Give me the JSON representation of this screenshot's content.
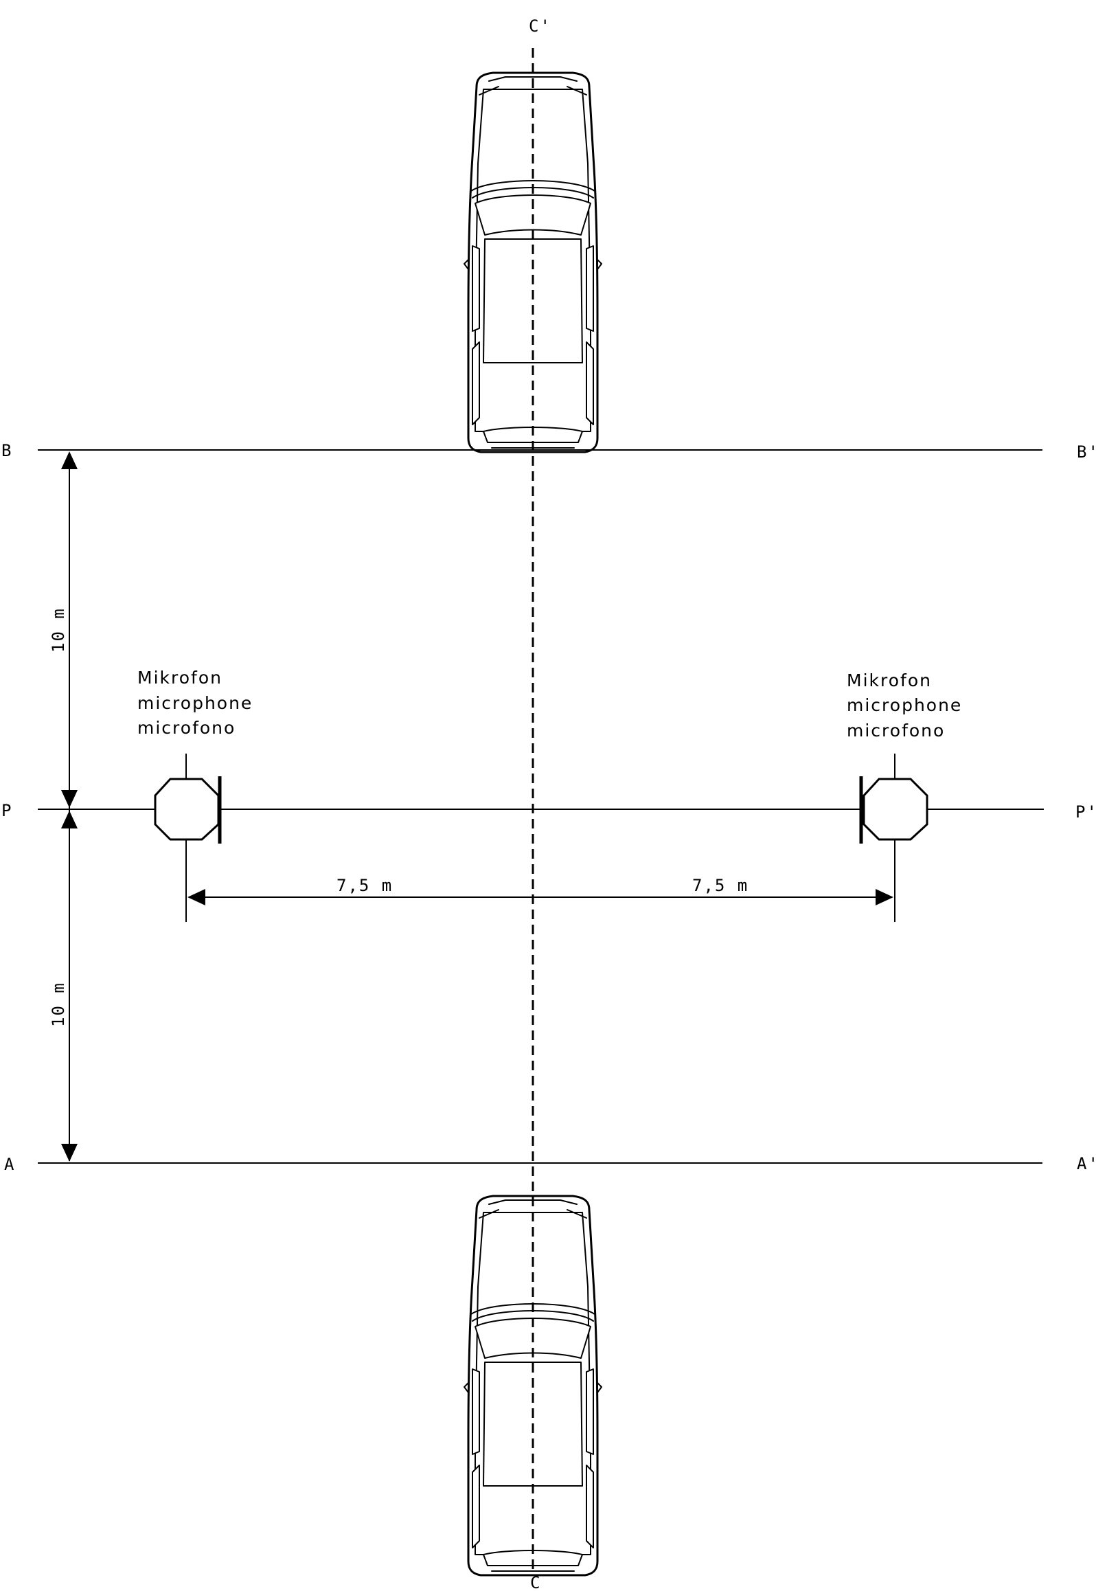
{
  "lines": {
    "c_top": "C'",
    "c_bottom": "C",
    "b_left": "B",
    "b_right": "B'",
    "p_left": "P",
    "p_right": "P'",
    "a_left": "A",
    "a_right": "A'"
  },
  "dimensions": {
    "upper_vertical": "10 m",
    "lower_vertical": "10 m",
    "left_horizontal": "7,5 m",
    "right_horizontal": "7,5 m"
  },
  "microphones": {
    "left": {
      "line1": "Mikrofon",
      "line2": "microphone",
      "line3": "microfono"
    },
    "right": {
      "line1": "Mikrofon",
      "line2": "microphone",
      "line3": "microfono"
    }
  }
}
